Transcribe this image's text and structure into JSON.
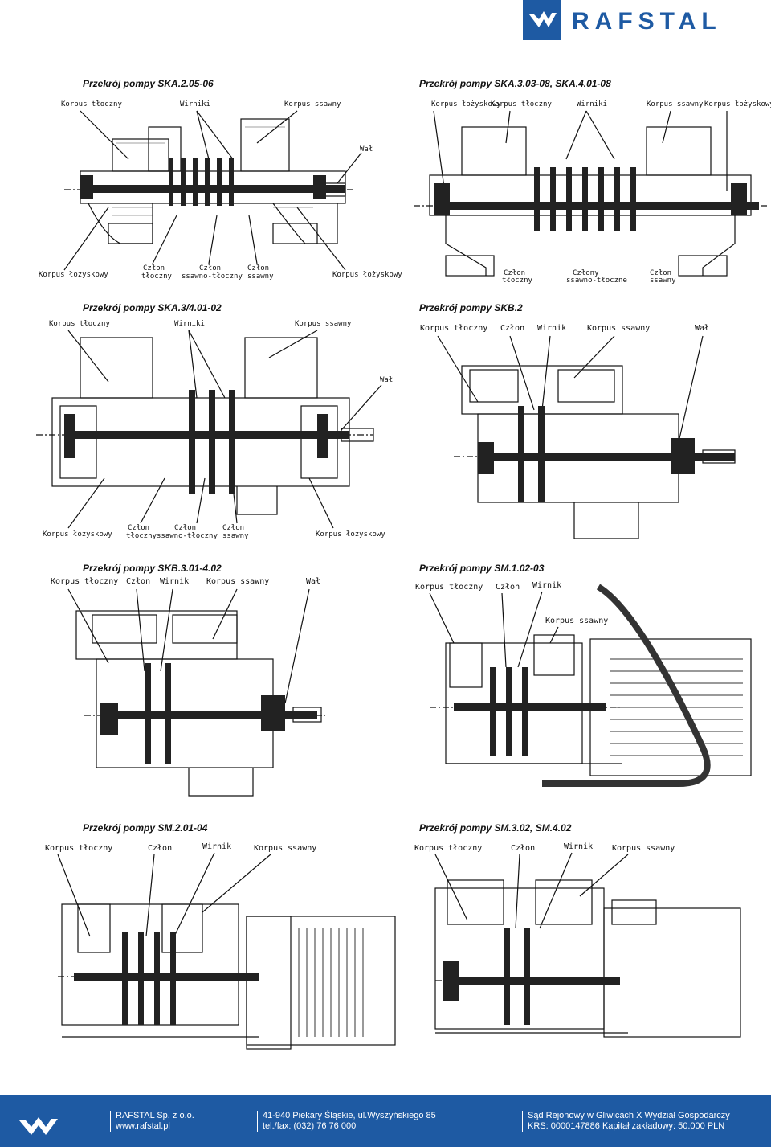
{
  "brand": {
    "name": "RAFSTAL",
    "color": "#1e5aa3",
    "icon": "rafstal-logo-icon"
  },
  "captions": [
    "Przekrój pompy SKA.2.05-06",
    "Przekrój pompy SKA.3.03-08, SKA.4.01-08",
    "Przekrój pompy SKA.3/4.01-02",
    "Przekrój pompy SKB.2",
    "Przekrój pompy SKB.3.01-4.02",
    "Przekrój pompy SM.1.02-03",
    "Przekrój pompy SM.2.01-04",
    "Przekrój pompy SM.3.02, SM.4.02"
  ],
  "labels": {
    "d1": {
      "top": [
        "Korpus tłoczny",
        "Wirniki",
        "Korpus ssawny",
        "Wał"
      ],
      "bottom": [
        "Korpus łożyskowy",
        "Człon",
        "tłoczny",
        "Człon",
        "ssawno-tłoczny",
        "Człon",
        "ssawny",
        "Korpus łożyskowy"
      ]
    },
    "d2": {
      "top": [
        "Korpus łożyskowy",
        "Korpus tłoczny",
        "Wirniki",
        "Korpus ssawny",
        "Korpus łożyskowy"
      ],
      "bottom": [
        "Człon",
        "tłoczny",
        "Człony",
        "ssawno-tłoczne",
        "Człon",
        "ssawny"
      ]
    },
    "d3": {
      "top": [
        "Korpus tłoczny",
        "Wirniki",
        "Korpus ssawny",
        "Wał"
      ],
      "bottom": [
        "Korpus łożyskowy",
        "Człon",
        "tłoczny",
        "Człon",
        "ssawno-tłoczny",
        "Człon",
        "ssawny",
        "Korpus łożyskowy"
      ]
    },
    "d4": {
      "top": [
        "Korpus tłoczny",
        "Człon",
        "Wirnik",
        "Korpus ssawny",
        "Wał"
      ]
    },
    "d5": {
      "top": [
        "Korpus tłoczny",
        "Człon",
        "Wirnik",
        "Korpus ssawny",
        "Wał"
      ]
    },
    "d6": {
      "top": [
        "Korpus tłoczny",
        "Człon",
        "Wirnik",
        "Korpus ssawny"
      ]
    },
    "d7": {
      "top": [
        "Korpus tłoczny",
        "Człon",
        "Wirnik",
        "Korpus ssawny"
      ]
    },
    "d8": {
      "top": [
        "Korpus tłoczny",
        "Człon",
        "Wirnik",
        "Korpus ssawny"
      ]
    }
  },
  "footer": {
    "company": "RAFSTAL Sp. z o.o.",
    "web": "www.rafstal.pl",
    "address": "41-940 Piekary Śląskie, ul.Wyszyńskiego 85",
    "phone": "tel./fax: (032) 76 76 000",
    "court": "Sąd Rejonowy w Gliwicach X Wydział Gospodarczy",
    "krs": "KRS: 0000147886 Kapitał zakładowy: 50.000 PLN"
  }
}
